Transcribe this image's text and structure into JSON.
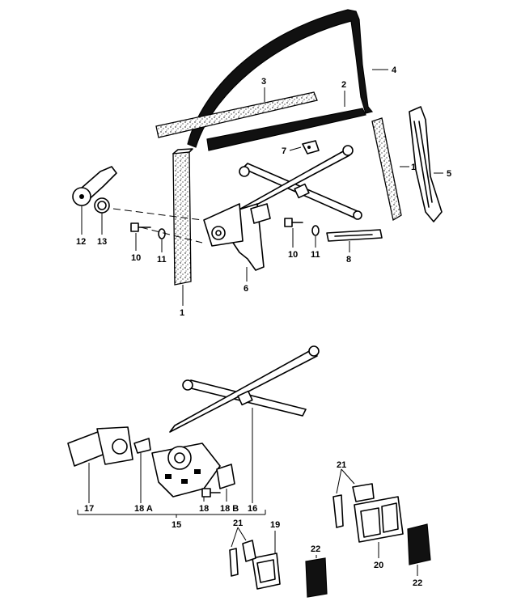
{
  "callouts": {
    "c1_top": "1",
    "c1_right": "1",
    "c2": "2",
    "c3": "3",
    "c4": "4",
    "c5": "5",
    "c6": "6",
    "c7": "7",
    "c8": "8",
    "c10_left": "10",
    "c10_right": "10",
    "c11_left": "11",
    "c11_right": "11",
    "c12": "12",
    "c13": "13",
    "c15": "15",
    "c16": "16",
    "c17": "17",
    "c18": "18",
    "c18a": "18 A",
    "c18b": "18 B",
    "c19": "19",
    "c20": "20",
    "c21_left": "21",
    "c21_right": "21",
    "c22_left": "22",
    "c22_right": "22"
  }
}
